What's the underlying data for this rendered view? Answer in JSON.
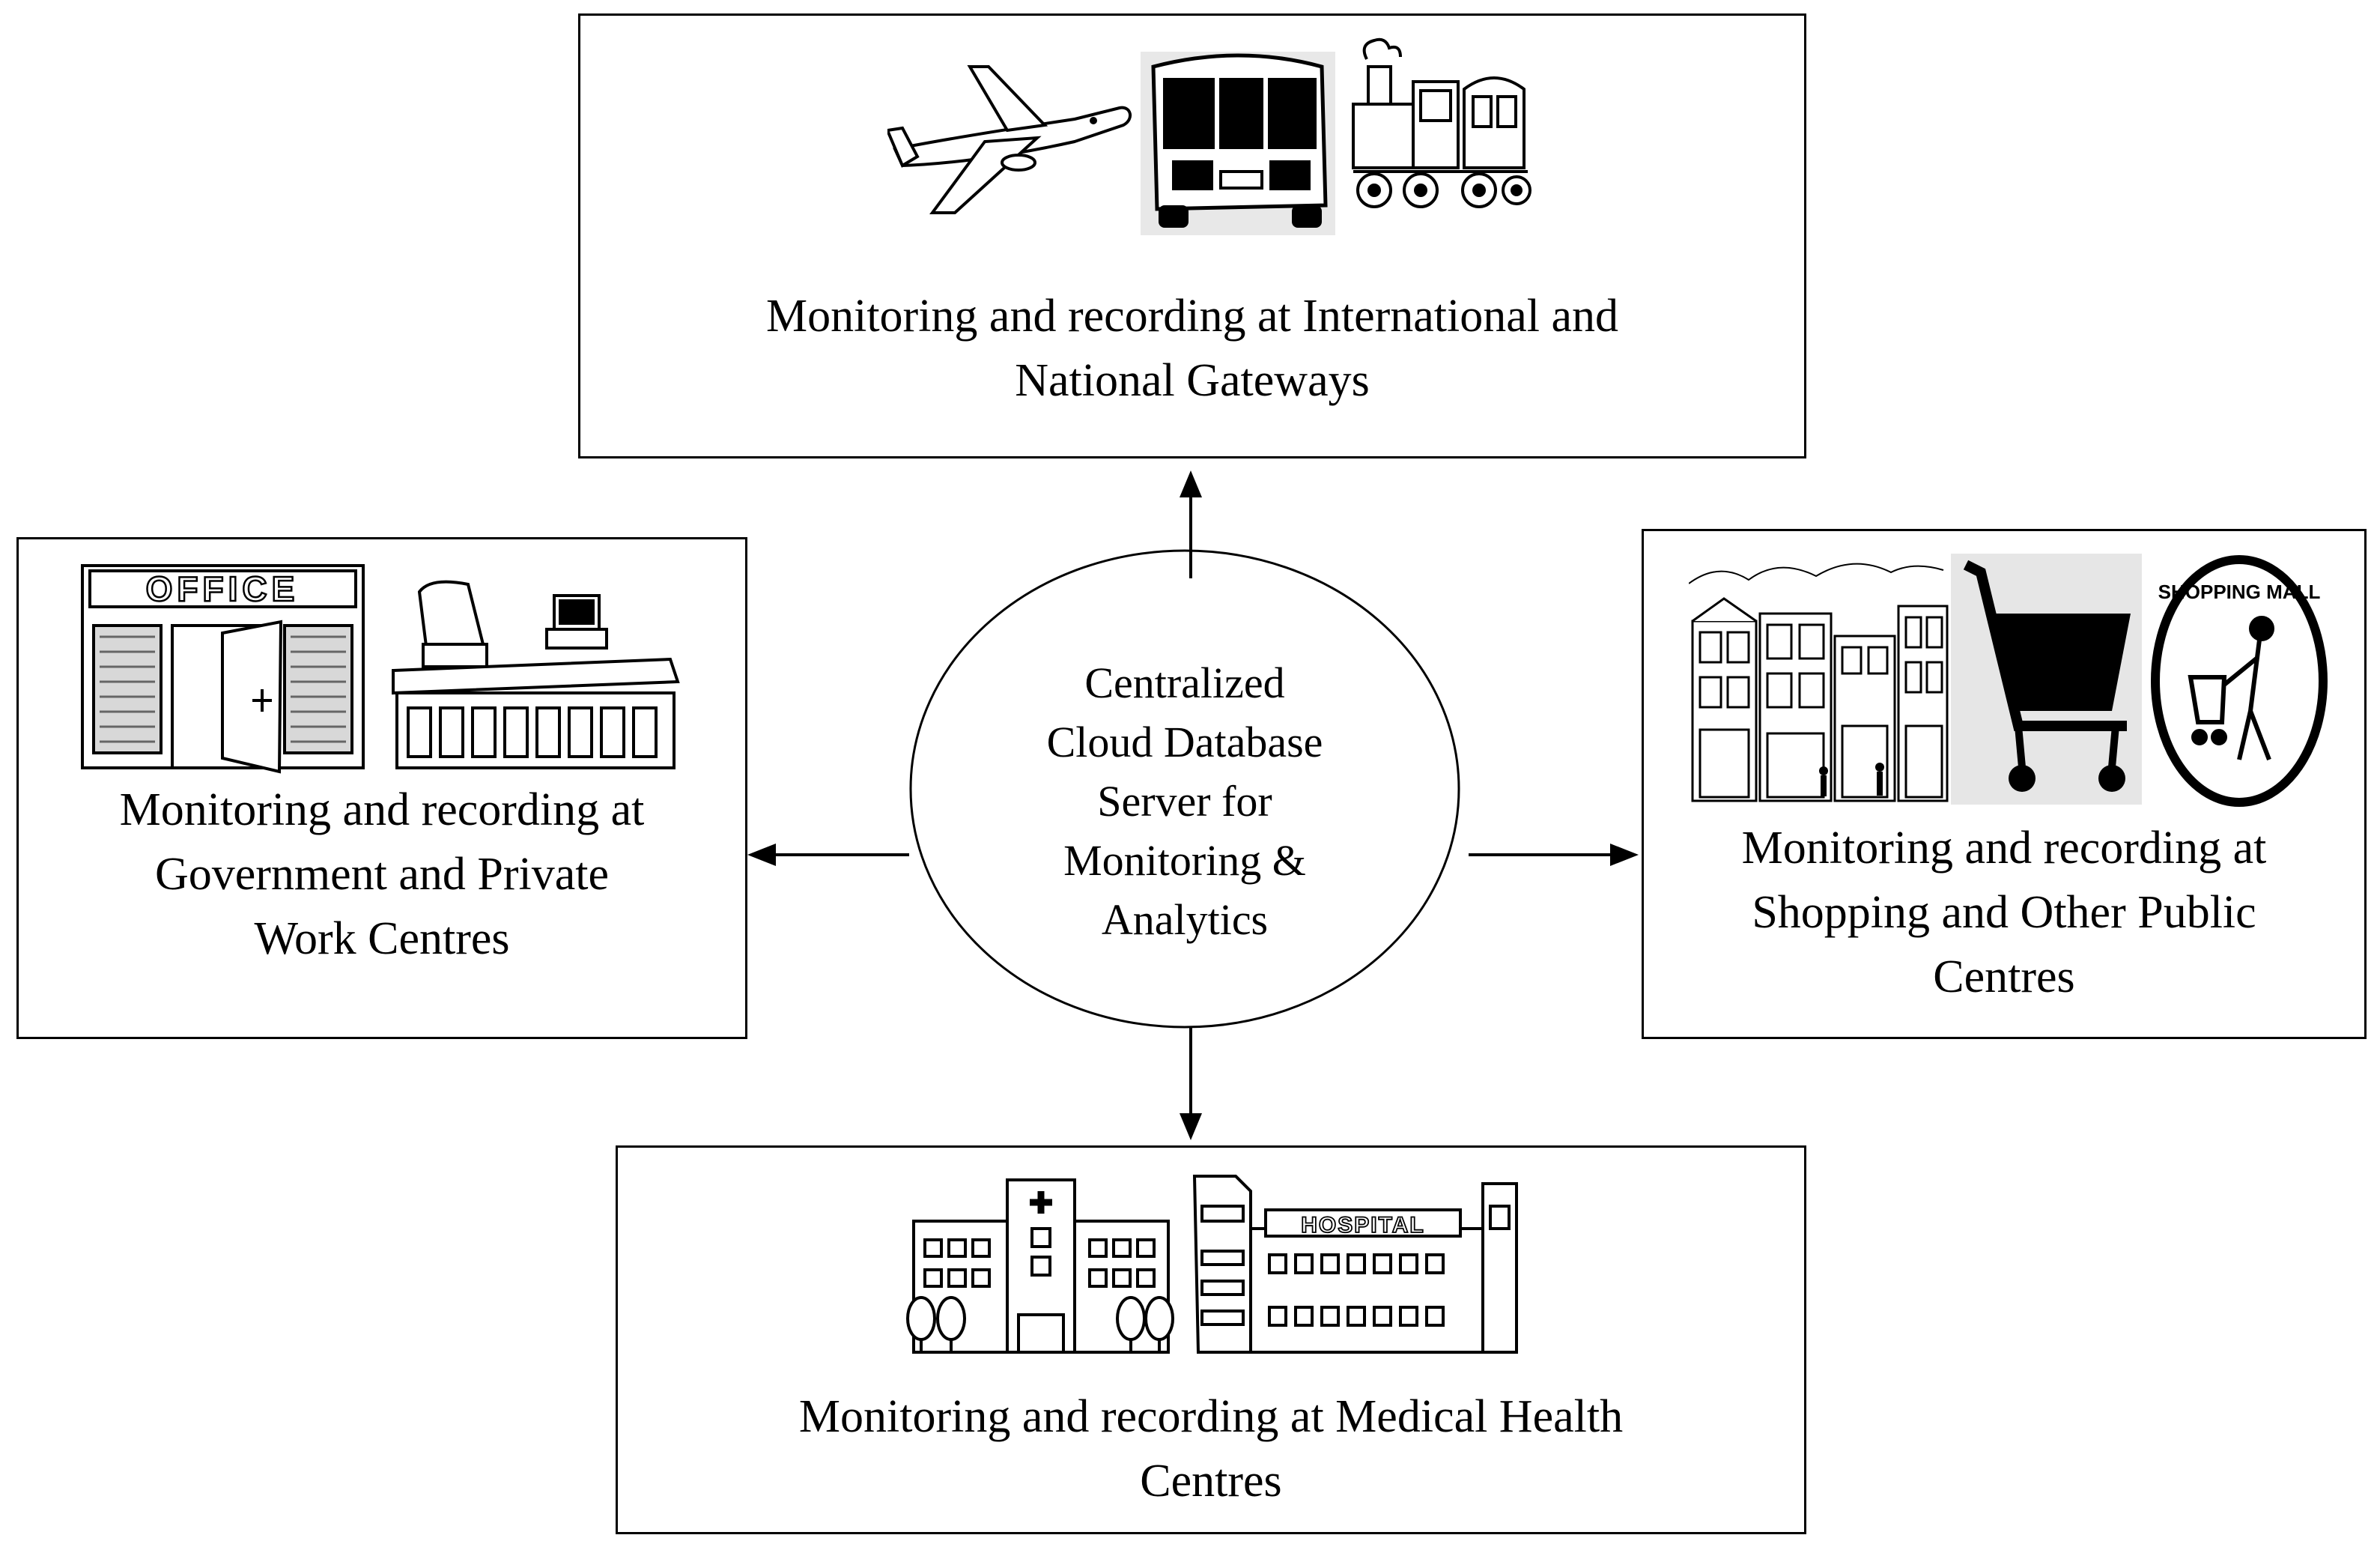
{
  "hub": {
    "lines": [
      "Centralized",
      "Cloud Database",
      "Server for",
      "Monitoring &",
      "Analytics"
    ]
  },
  "nodes": {
    "gateways": {
      "lines": [
        "Monitoring and recording at International and",
        "National Gateways"
      ],
      "icons": [
        "airplane-icon",
        "bus-icon",
        "train-icon"
      ],
      "stamp": ""
    },
    "work": {
      "lines": [
        "Monitoring and recording at",
        "Government and Private",
        "Work Centres"
      ],
      "icons": [
        "office-building-icon",
        "office-desk-icon"
      ],
      "sign": "OFFICE"
    },
    "shopping": {
      "lines": [
        "Monitoring and recording at",
        "Shopping and Other Public",
        "Centres"
      ],
      "icons": [
        "storefronts-icon",
        "shopping-cart-icon",
        "shopping-mall-sign-icon"
      ],
      "sign": "SHOPPING MALL"
    },
    "medical": {
      "lines": [
        "Monitoring and recording at Medical Health",
        "Centres"
      ],
      "icons": [
        "clinic-building-icon",
        "hospital-building-icon"
      ],
      "sign": "HOSPITAL"
    }
  },
  "colors": {
    "stroke": "#000000",
    "background": "#ffffff"
  }
}
